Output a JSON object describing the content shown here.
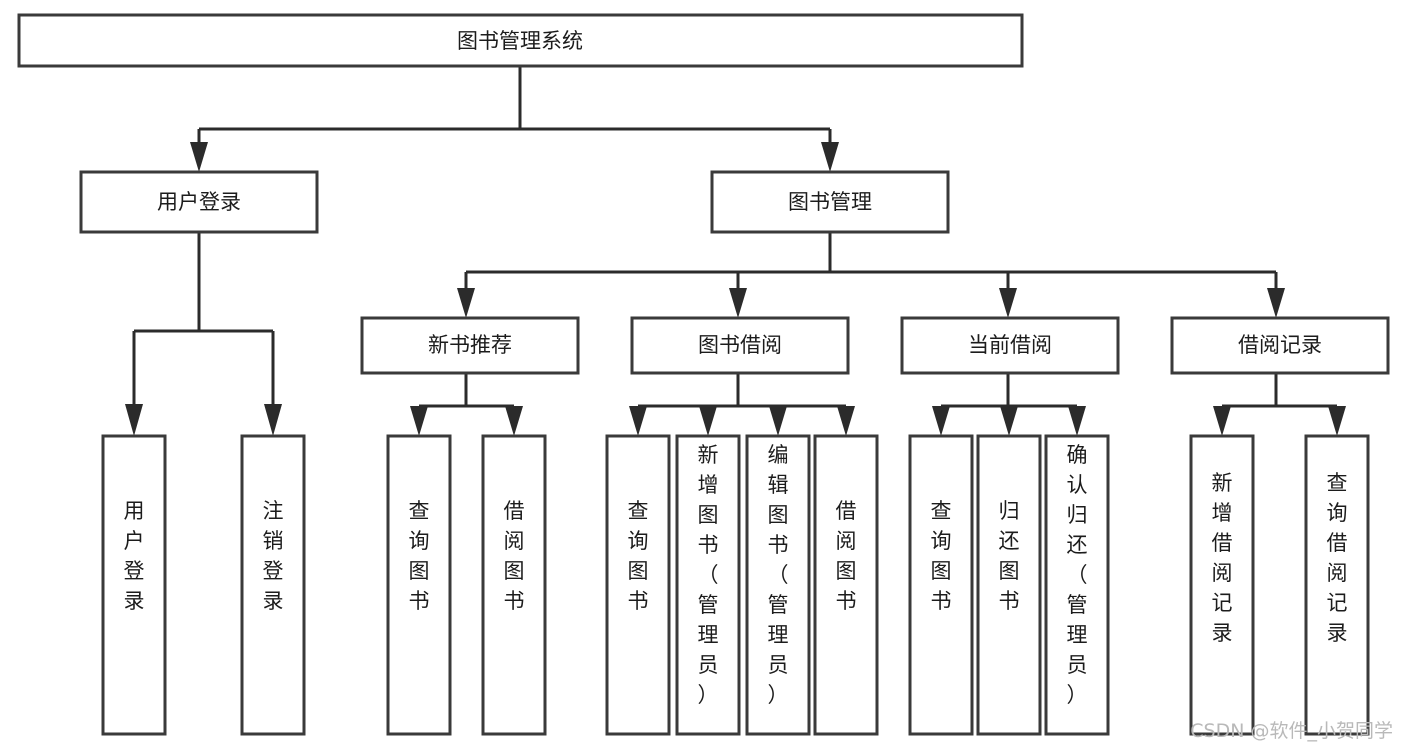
{
  "diagram": {
    "type": "tree",
    "title": "图书管理系统",
    "orientation": "top-down",
    "colors": {
      "box_fill": "#ffffff",
      "box_stroke": "#3a3a3a",
      "edge_stroke": "#2b2b2b",
      "text": "#1c1c1c",
      "watermark": "#b9b9b9",
      "background": "#ffffff"
    },
    "root": {
      "label": "图书管理系统",
      "orientation": "horizontal"
    },
    "level2": [
      {
        "label": "用户登录",
        "orientation": "horizontal"
      },
      {
        "label": "图书管理",
        "orientation": "horizontal"
      }
    ],
    "level3": [
      {
        "label": "新书推荐",
        "orientation": "horizontal"
      },
      {
        "label": "图书借阅",
        "orientation": "horizontal"
      },
      {
        "label": "当前借阅",
        "orientation": "horizontal"
      },
      {
        "label": "借阅记录",
        "orientation": "horizontal"
      }
    ],
    "leaves": {
      "user_login": [
        {
          "label": "用户登录",
          "orientation": "vertical"
        },
        {
          "label": "注销登录",
          "orientation": "vertical"
        }
      ],
      "new_book_recommend": [
        {
          "label": "查询图书",
          "orientation": "vertical"
        },
        {
          "label": "借阅图书",
          "orientation": "vertical"
        }
      ],
      "book_borrow": [
        {
          "label": "查询图书",
          "orientation": "vertical"
        },
        {
          "label": "新增图书（管理员）",
          "orientation": "vertical"
        },
        {
          "label": "编辑图书（管理员）",
          "orientation": "vertical"
        },
        {
          "label": "借阅图书",
          "orientation": "vertical"
        }
      ],
      "current_borrow": [
        {
          "label": "查询图书",
          "orientation": "vertical"
        },
        {
          "label": "归还图书",
          "orientation": "vertical"
        },
        {
          "label": "确认归还（管理员）",
          "orientation": "vertical"
        }
      ],
      "borrow_record": [
        {
          "label": "新增借阅记录",
          "orientation": "vertical"
        },
        {
          "label": "查询借阅记录",
          "orientation": "vertical"
        }
      ]
    }
  },
  "watermark": {
    "text": "CSDN @软件_小贺同学"
  }
}
